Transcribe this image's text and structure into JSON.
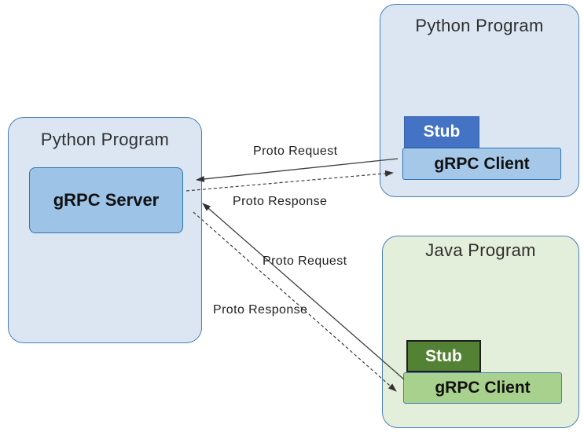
{
  "diagram": {
    "server_program": {
      "title": "Python Program",
      "server_label": "gRPC Server"
    },
    "python_client_program": {
      "title": "Python Program",
      "stub_label": "Stub",
      "client_label": "gRPC Client"
    },
    "java_client_program": {
      "title": "Java Program",
      "stub_label": "Stub",
      "client_label": "gRPC Client"
    },
    "arrows": {
      "python_request_label": "Proto Request",
      "python_response_label": "Proto Response",
      "java_request_label": "Proto Request",
      "java_response_label": "Proto Response"
    },
    "colors": {
      "blue_container_fill": "#dbe6f2",
      "green_container_fill": "#e3efda",
      "container_border": "#4a7ebb",
      "server_fill": "#9dc3e6",
      "server_border": "#2e75b6",
      "python_stub_fill": "#4472c4",
      "python_client_fill": "#a5c8e8",
      "java_stub_fill": "#548235",
      "java_client_fill": "#a9d18e",
      "arrow_color": "#404040"
    }
  }
}
